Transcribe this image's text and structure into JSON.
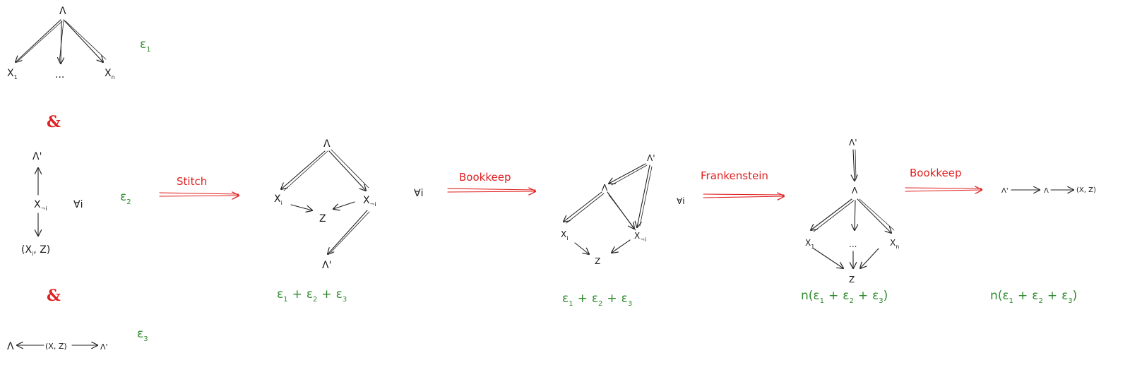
{
  "lambda": "Λ",
  "lambda_prime": "Λ'",
  "forall": "∀i",
  "x_label": "X",
  "sub_1": "1",
  "sub_n": "n",
  "sub_i": "i",
  "sub_not_i": "¬i",
  "ellipsis": "...",
  "z_label": "Z",
  "xi_z": "(X",
  "xi_z_tail": ", Z)",
  "x_z": "(X, Z)",
  "ampersand": "&",
  "epsilon": "ε",
  "plus": "+",
  "n_prefix": "n(",
  "close_paren": ")",
  "ops": {
    "stitch": "Stitch",
    "bookkeep": "Bookkeep",
    "frankenstein": "Frankenstein"
  },
  "errors": {
    "e1_sub": "1",
    "e2_sub": "2",
    "e3_sub": "3"
  }
}
